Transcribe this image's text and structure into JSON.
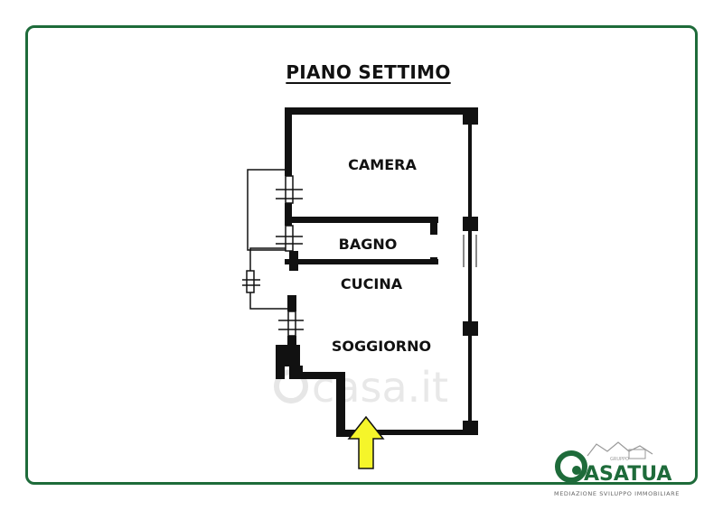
{
  "title": "PIANO SETTIMO",
  "rooms": {
    "camera": "CAMERA",
    "bagno": "BAGNO",
    "cucina": "CUCINA",
    "soggiorno": "SOGGIORNO"
  },
  "watermark": "casa.it",
  "logo": {
    "brand": "ASATUA",
    "small_text": "GRUPPO",
    "tagline": "MEDIAZIONE SVILUPPO IMMOBILIARE"
  },
  "colors": {
    "frame": "#1e6b3a",
    "wall": "#111111",
    "entrance_arrow": "#f5f52a",
    "logo": "#1e6b3a"
  }
}
